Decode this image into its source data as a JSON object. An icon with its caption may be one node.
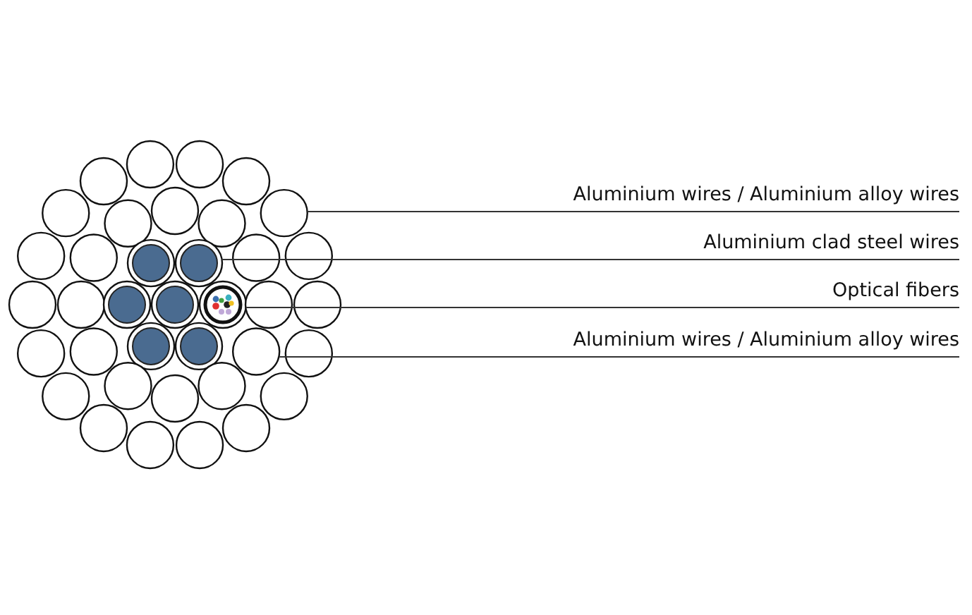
{
  "diagram": {
    "nodes": [
      {
        "text": [
          "Aluminium wires / Aluminium alloy wires"
        ]
      },
      {
        "text": [
          "Aluminium clad steel wires"
        ]
      },
      {
        "text": [
          "Optical fibers"
        ]
      },
      {
        "text": [
          "Aluminium wires / Aluminium alloy wires"
        ]
      },
      {
        "text": [],
        "shape": "circle"
      },
      {
        "text": [],
        "shape": "circle"
      },
      {
        "text": [],
        "shape": "circle"
      },
      {
        "text": [],
        "shape": "circle"
      },
      {
        "text": [],
        "shape": "circle"
      },
      {
        "text": [],
        "shape": "circle"
      },
      {
        "text": [],
        "shape": "circle"
      },
      {
        "text": [],
        "shape": "circle"
      },
      {
        "text": [],
        "shape": "circle"
      },
      {
        "text": [],
        "shape": "circle"
      },
      {
        "text": [],
        "shape": "circle"
      },
      {
        "text": [],
        "shape": "circle"
      },
      {
        "text": [],
        "shape": "circle"
      },
      {
        "text": [],
        "shape": "circle"
      },
      {
        "text": [],
        "shape": "circle"
      },
      {
        "text": [],
        "shape": "circle"
      },
      {
        "text": [],
        "shape": "circle"
      },
      {
        "text": [],
        "shape": "circle"
      },
      {
        "text": [],
        "shape": "circle"
      },
      {
        "text": [],
        "shape": "circle"
      },
      {
        "text": [],
        "shape": "circle"
      },
      {
        "text": [],
        "shape": "circle"
      },
      {
        "text": [],
        "shape": "circle"
      },
      {
        "text": [],
        "shape": "circle"
      },
      {
        "text": [],
        "shape": "circle"
      },
      {
        "text": [],
        "shape": "circle"
      },
      {
        "text": [],
        "shape": "circle"
      },
      {
        "text": [],
        "shape": "circle"
      },
      {
        "text": [],
        "shape": "circle"
      },
      {
        "text": [],
        "shape": "circle"
      },
      {
        "text": [],
        "shape": "circle"
      },
      {
        "text": [],
        "shape": "circle"
      },
      {
        "text": [],
        "shape": "circle"
      },
      {
        "text": [],
        "shape": "circle"
      },
      {
        "text": [],
        "shape": "circle"
      },
      {
        "text": [],
        "shape": "circle"
      },
      {
        "text": [],
        "shape": "circle"
      }
    ],
    "edges": [
      {
        "from": 0,
        "to": 10,
        "arrow": "none"
      },
      {
        "from": 1,
        "to": 18,
        "arrow": "none"
      },
      {
        "from": 2,
        "to": 23,
        "arrow": "none"
      },
      {
        "from": 3,
        "to": 29,
        "arrow": "none"
      }
    ]
  }
}
